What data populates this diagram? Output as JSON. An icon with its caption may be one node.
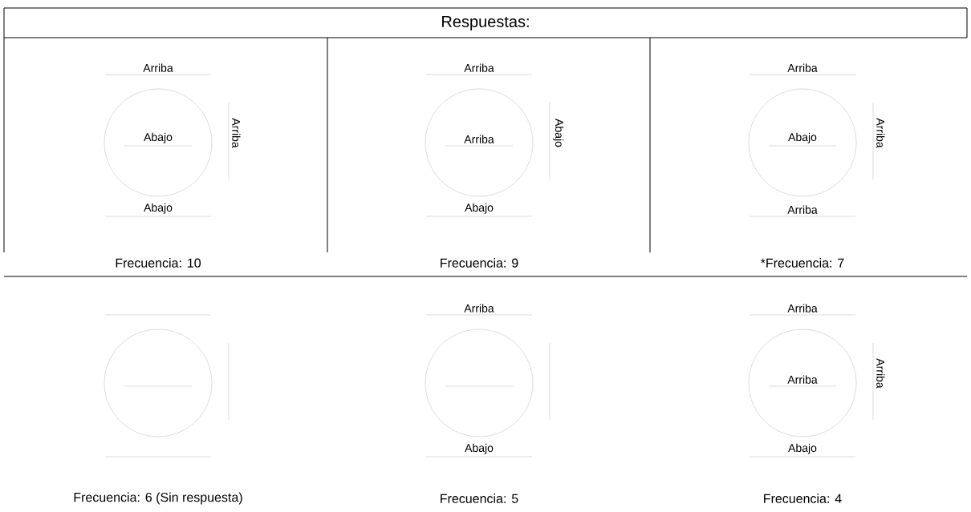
{
  "diagram": {
    "title": "Respuestas:",
    "nodes": [
      {
        "text": [
          "Arriba"
        ]
      },
      {
        "text": [],
        "shape": "circle"
      },
      {
        "text": [
          "Abajo"
        ],
        "in": 1
      },
      {
        "text": [
          "Arriba"
        ]
      },
      {
        "text": [
          "Abajo"
        ]
      },
      {
        "text": [
          "Arriba"
        ]
      },
      {
        "text": [],
        "shape": "circle"
      },
      {
        "text": [
          "Arriba"
        ],
        "in": 6
      },
      {
        "text": [
          "Abajo"
        ]
      },
      {
        "text": [
          "Abajo"
        ]
      },
      {
        "text": [
          "Arriba"
        ]
      },
      {
        "text": [],
        "shape": "circle"
      },
      {
        "text": [
          "Abajo"
        ],
        "in": 11
      },
      {
        "text": [
          "Arriba"
        ]
      },
      {
        "text": [
          "Arriba"
        ]
      },
      {
        "text": [],
        "shape": "line"
      },
      {
        "text": [],
        "shape": "circle"
      },
      {
        "text": [],
        "shape": "line",
        "in": 16
      },
      {
        "text": [],
        "shape": "line"
      },
      {
        "text": [],
        "shape": "line"
      },
      {
        "text": [
          "Arriba"
        ]
      },
      {
        "text": [],
        "shape": "circle"
      },
      {
        "text": [],
        "shape": "line",
        "in": 21
      },
      {
        "text": [],
        "shape": "line"
      },
      {
        "text": [
          "Abajo"
        ]
      },
      {
        "text": [
          "Arriba"
        ]
      },
      {
        "text": [],
        "shape": "circle"
      },
      {
        "text": [
          "Arriba"
        ],
        "in": 26
      },
      {
        "text": [
          "Arriba"
        ]
      },
      {
        "text": [
          "Abajo"
        ]
      }
    ],
    "labels": [
      "Frecuencia: 10",
      "Frecuencia: 9",
      "*Frecuencia: 7",
      "Frecuencia: 6 (Sin respuesta)",
      "Frecuencia: 5",
      "Frecuencia: 4"
    ]
  }
}
